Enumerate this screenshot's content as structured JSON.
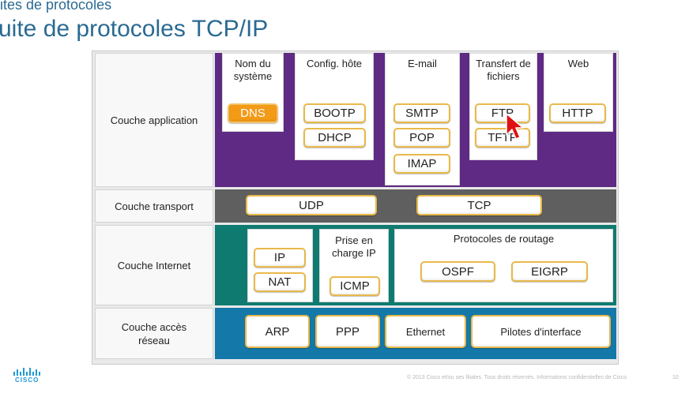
{
  "slide": {
    "section": "ites de protocoles",
    "title": "uite de protocoles TCP/IP"
  },
  "layers": {
    "application": "Couche application",
    "transport": "Couche transport",
    "internet": "Couche Internet",
    "network_access": "Couche accès réseau"
  },
  "application": {
    "name_system": {
      "title": "Nom du système",
      "protocols": [
        "DNS"
      ]
    },
    "host_config": {
      "title": "Config. hôte",
      "protocols": [
        "BOOTP",
        "DHCP"
      ]
    },
    "email": {
      "title": "E-mail",
      "protocols": [
        "SMTP",
        "POP",
        "IMAP"
      ]
    },
    "file_transfer": {
      "title": "Transfert de fichiers",
      "protocols": [
        "FTP",
        "TFTP"
      ]
    },
    "web": {
      "title": "Web",
      "protocols": [
        "HTTP"
      ]
    }
  },
  "transport": {
    "protocols": [
      "UDP",
      "TCP"
    ]
  },
  "internet": {
    "ip_group": [
      "IP",
      "NAT"
    ],
    "ip_support": {
      "title": "Prise en charge IP",
      "protocols": [
        "ICMP"
      ]
    },
    "routing": {
      "title": "Protocoles de routage",
      "protocols": [
        "OSPF",
        "EIGRP"
      ]
    }
  },
  "network_access": {
    "protocols": [
      "ARP",
      "PPP",
      "Ethernet",
      "Pilotes d'interface"
    ]
  },
  "footer": {
    "copyright": "© 2013 Cisco et/ou ses filiales. Tous droits réservés. Informations confidentielles de Cisco",
    "page": "10",
    "logo_text": "CISCO"
  },
  "colors": {
    "application_band": "#5e2a84",
    "transport_band": "#5f5f5f",
    "internet_band": "#0f7a70",
    "network_access_band": "#1478a8",
    "accent_button_border": "#e8b94a",
    "dns_highlight": "#f39a16",
    "title_color": "#2a6a92"
  },
  "icons": {
    "cursor": "red-pointer-cursor-icon",
    "logo": "cisco-logo-icon"
  }
}
